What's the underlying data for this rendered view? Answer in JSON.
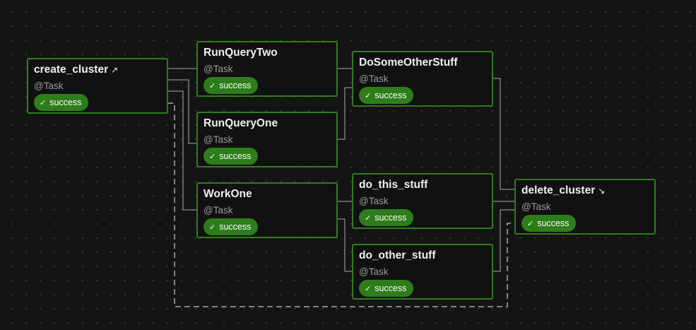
{
  "colors": {
    "background": "#141414",
    "node_border": "#2f7d1e",
    "badge": "#2e7d1b",
    "edge": "#8a8a8a"
  },
  "nodes": [
    {
      "id": "create_cluster",
      "title": "create_cluster",
      "arrow": "↗",
      "subtitle": "@Task",
      "status": "success"
    },
    {
      "id": "RunQueryTwo",
      "title": "RunQueryTwo",
      "arrow": "",
      "subtitle": "@Task",
      "status": "success"
    },
    {
      "id": "RunQueryOne",
      "title": "RunQueryOne",
      "arrow": "",
      "subtitle": "@Task",
      "status": "success"
    },
    {
      "id": "WorkOne",
      "title": "WorkOne",
      "arrow": "",
      "subtitle": "@Task",
      "status": "success"
    },
    {
      "id": "DoSomeOtherStuff",
      "title": "DoSomeOtherStuff",
      "arrow": "",
      "subtitle": "@Task",
      "status": "success"
    },
    {
      "id": "do_this_stuff",
      "title": "do_this_stuff",
      "arrow": "",
      "subtitle": "@Task",
      "status": "success"
    },
    {
      "id": "do_other_stuff",
      "title": "do_other_stuff",
      "arrow": "",
      "subtitle": "@Task",
      "status": "success"
    },
    {
      "id": "delete_cluster",
      "title": "delete_cluster",
      "arrow": "↘",
      "subtitle": "@Task",
      "status": "success"
    }
  ],
  "edges": [
    {
      "from": "create_cluster",
      "to": "RunQueryTwo",
      "style": "solid"
    },
    {
      "from": "create_cluster",
      "to": "RunQueryOne",
      "style": "solid"
    },
    {
      "from": "create_cluster",
      "to": "WorkOne",
      "style": "solid"
    },
    {
      "from": "RunQueryTwo",
      "to": "DoSomeOtherStuff",
      "style": "solid"
    },
    {
      "from": "RunQueryOne",
      "to": "DoSomeOtherStuff",
      "style": "solid"
    },
    {
      "from": "WorkOne",
      "to": "do_this_stuff",
      "style": "solid"
    },
    {
      "from": "WorkOne",
      "to": "do_other_stuff",
      "style": "solid"
    },
    {
      "from": "DoSomeOtherStuff",
      "to": "delete_cluster",
      "style": "solid"
    },
    {
      "from": "do_this_stuff",
      "to": "delete_cluster",
      "style": "solid"
    },
    {
      "from": "do_other_stuff",
      "to": "delete_cluster",
      "style": "solid"
    },
    {
      "from": "create_cluster",
      "to": "delete_cluster",
      "style": "dashed"
    }
  ]
}
